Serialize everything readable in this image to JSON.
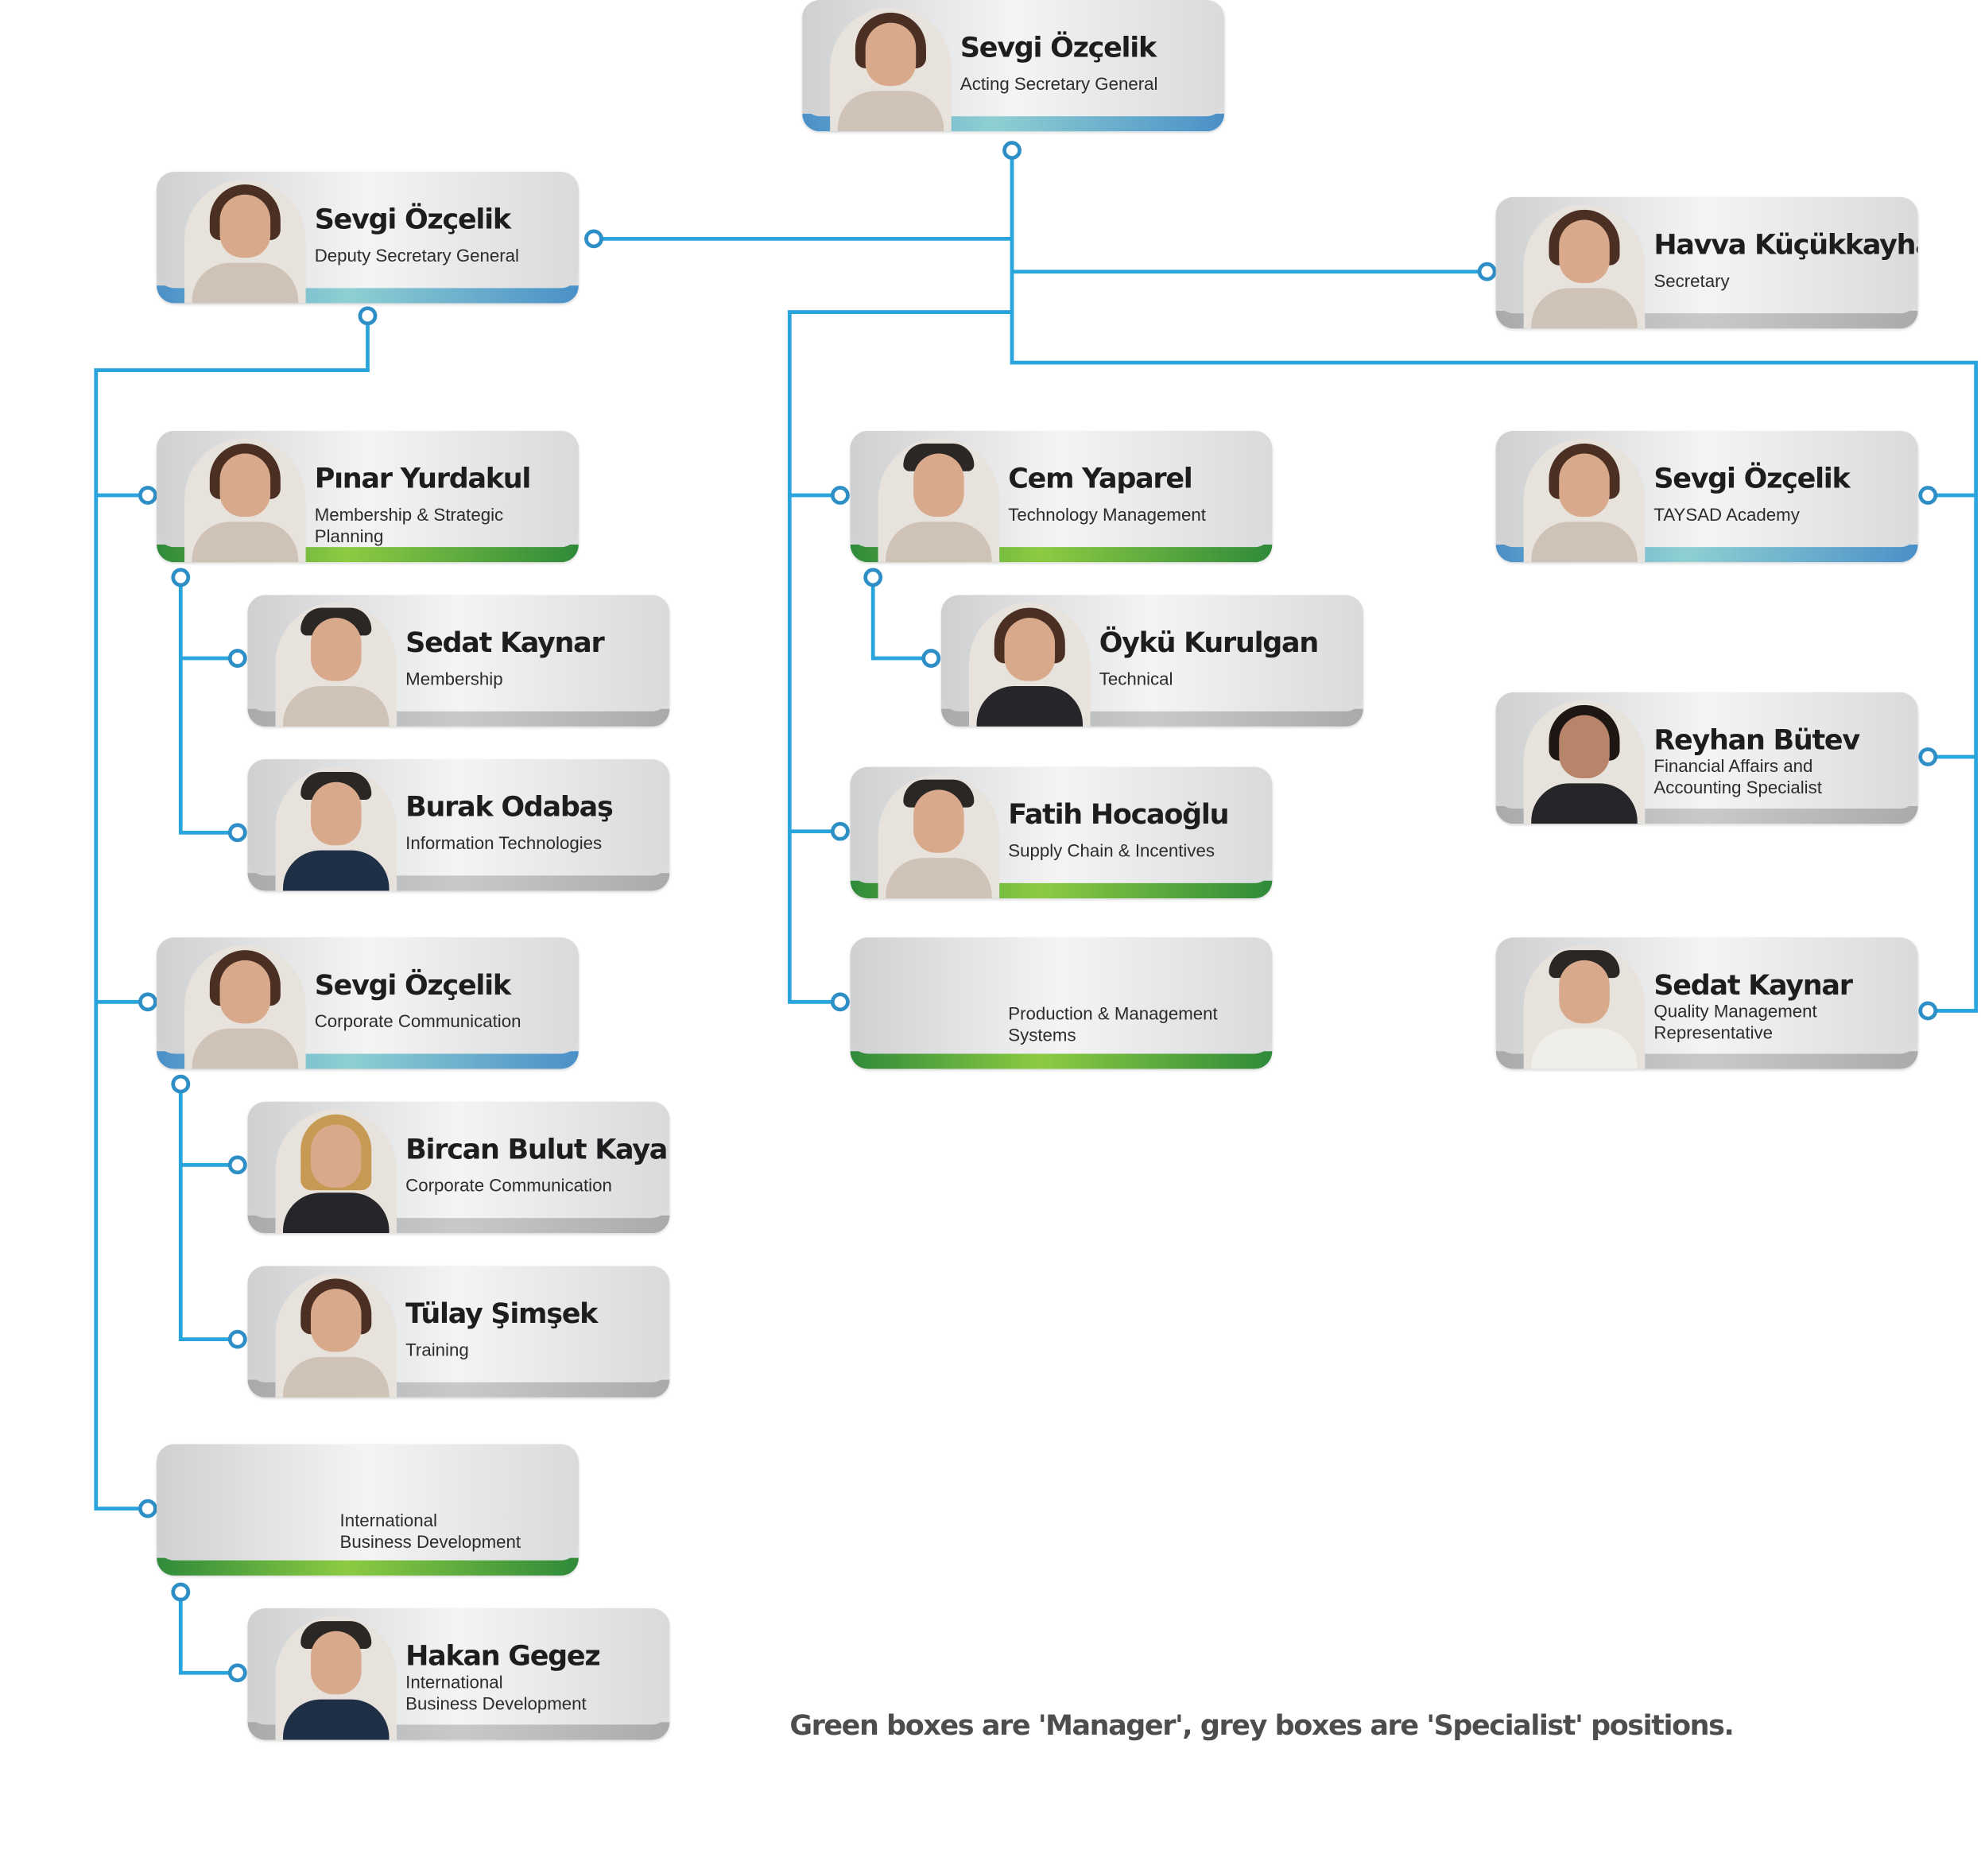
{
  "colors": {
    "connector": "#2aa4dc",
    "manager_band": "#8ccb42",
    "deputy_band": "#4a90c8",
    "specialist_band": "#b5b6b8"
  },
  "nodes": {
    "acting_sg": {
      "name": "Sevgi Özçelik",
      "role": "Acting Secretary General",
      "type": "blue"
    },
    "deputy_sg": {
      "name": "Sevgi Özçelik",
      "role": "Deputy Secretary General",
      "type": "blue"
    },
    "secretary": {
      "name": "Havva Küçükkayhan",
      "role": "Secretary",
      "type": "grey"
    },
    "membership_strategic": {
      "name": "Pınar Yurdakul",
      "role": "Membership & Strategic Planning",
      "type": "green"
    },
    "membership": {
      "name": "Sedat Kaynar",
      "role": "Membership",
      "type": "grey"
    },
    "it": {
      "name": "Burak Odabaş",
      "role": "Information Technologies",
      "type": "grey"
    },
    "corp_comm_mgr": {
      "name": "Sevgi Özçelik",
      "role": "Corporate Communication",
      "type": "blue"
    },
    "corp_comm": {
      "name": "Bircan Bulut Kaya",
      "role": "Corporate Communication",
      "type": "grey"
    },
    "training": {
      "name": "Tülay Şimşek",
      "role": "Training",
      "type": "grey"
    },
    "intl_bd_mgr": {
      "name": "",
      "role_line1": "International",
      "role_line2": "Business Development",
      "type": "green"
    },
    "intl_bd": {
      "name": "Hakan Gegez",
      "role_line1": "International",
      "role_line2": "Business Development",
      "type": "grey"
    },
    "tech_mgmt": {
      "name": "Cem Yaparel",
      "role": "Technology Management",
      "type": "green"
    },
    "technical": {
      "name": "Öykü Kurulgan",
      "role": "Technical",
      "type": "grey"
    },
    "supply_chain": {
      "name": "Fatih Hocaoğlu",
      "role": "Supply Chain & Incentives",
      "type": "green"
    },
    "prod_mgmt": {
      "name": "",
      "role_line1": "Production & Management",
      "role_line2": "Systems",
      "type": "green"
    },
    "academy": {
      "name": "Sevgi Özçelik",
      "role": "TAYSAD Academy",
      "type": "blue"
    },
    "finance": {
      "name": "Reyhan Bütev",
      "role_line1": "Financial Affairs and",
      "role_line2": "Accounting Specialist",
      "type": "grey"
    },
    "quality": {
      "name": "Sedat Kaynar",
      "role_line1": "Quality Management",
      "role_line2": "Representative",
      "type": "grey"
    }
  },
  "legend": "Green boxes are 'Manager', grey boxes are 'Specialist' positions."
}
